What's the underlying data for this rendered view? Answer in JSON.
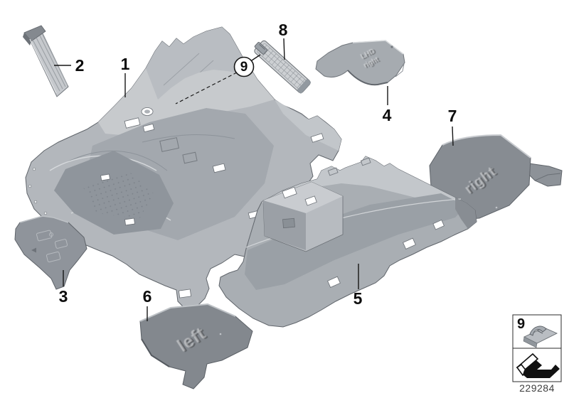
{
  "diagram": {
    "drawing_number": "229284",
    "callouts": {
      "c1": "1",
      "c2": "2",
      "c3": "3",
      "c4": "4",
      "c5": "5",
      "c6": "6",
      "c7": "7",
      "c8": "8",
      "c9": "9"
    },
    "legend": {
      "callout": "9",
      "clip_icon": "retaining-clip-icon",
      "arrow_icon": "exploded-view-direction-arrow-icon"
    },
    "embossed": {
      "part4_line1": "LHD",
      "part4_line2": "right",
      "part6": "left",
      "part7": "right"
    },
    "colors": {
      "background": "#ffffff",
      "part_light": "#c7cacd",
      "part_base": "#b3b7bc",
      "part_mid": "#9aa0a6",
      "part_dark": "#84898f",
      "outline": "#60656b",
      "callout_text": "#0d0d0d",
      "line": "#161616"
    }
  }
}
